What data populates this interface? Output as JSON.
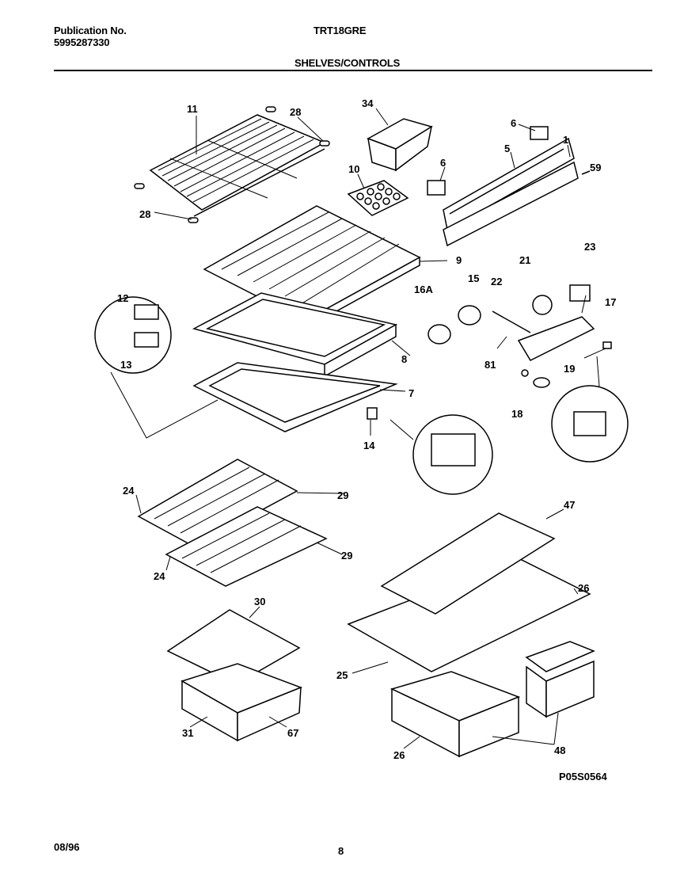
{
  "header": {
    "publication_label": "Publication No.",
    "publication_number": "5995287330",
    "model": "TRT18GRE",
    "section_title": "SHELVES/CONTROLS"
  },
  "footer": {
    "date": "08/96",
    "page": "8",
    "figure_code": "P05S0564"
  },
  "callouts": {
    "c11": "11",
    "c28a": "28",
    "c28b": "28",
    "c34": "34",
    "c10": "10",
    "c6a": "6",
    "c6b": "6",
    "c5": "5",
    "c1": "1",
    "c59": "59",
    "c9": "9",
    "c12": "12",
    "c13": "13",
    "c16a": "16A",
    "c15": "15",
    "c22": "22",
    "c21": "21",
    "c23": "23",
    "c17": "17",
    "c8": "8",
    "c81": "81",
    "c19": "19",
    "c7": "7",
    "c18": "18",
    "c14": "14",
    "c24a": "24",
    "c29a": "29",
    "c24b": "24",
    "c29b": "29",
    "c47": "47",
    "c30": "30",
    "c26a": "26",
    "c25": "25",
    "c31": "31",
    "c67": "67",
    "c26b": "26",
    "c48": "48"
  }
}
